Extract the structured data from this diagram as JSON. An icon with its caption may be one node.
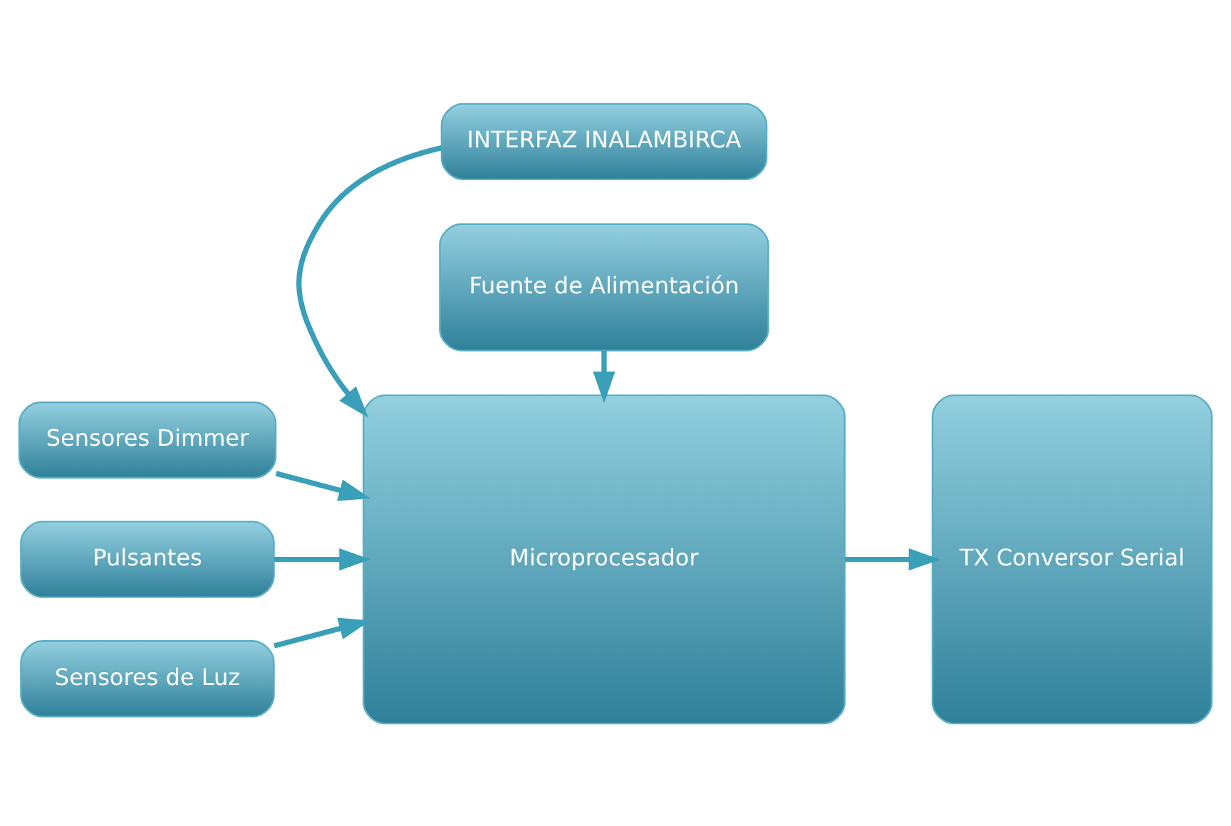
{
  "diagram": {
    "nodes": [
      {
        "text": [
          "INTERFAZ INALAMBIRCA"
        ]
      },
      {
        "text": [
          "Sensores Dimmer"
        ]
      },
      {
        "text": [
          "Pulsantes"
        ]
      },
      {
        "text": [
          "Sensores de Luz"
        ]
      },
      {
        "text": [
          "Microprocesador"
        ]
      },
      {
        "text": [
          "TX Conversor Serial"
        ]
      },
      {
        "text": [
          "Fuente de Alimentación"
        ]
      }
    ],
    "edges": [
      {
        "from": 0,
        "to": 4,
        "arrow": "to"
      },
      {
        "from": 1,
        "to": 4,
        "arrow": "to"
      },
      {
        "from": 2,
        "to": 4,
        "arrow": "to"
      },
      {
        "from": 3,
        "to": 4,
        "arrow": "to"
      },
      {
        "from": 4,
        "to": 5,
        "arrow": "to"
      },
      {
        "from": 6,
        "to": 4,
        "arrow": "to"
      }
    ]
  }
}
